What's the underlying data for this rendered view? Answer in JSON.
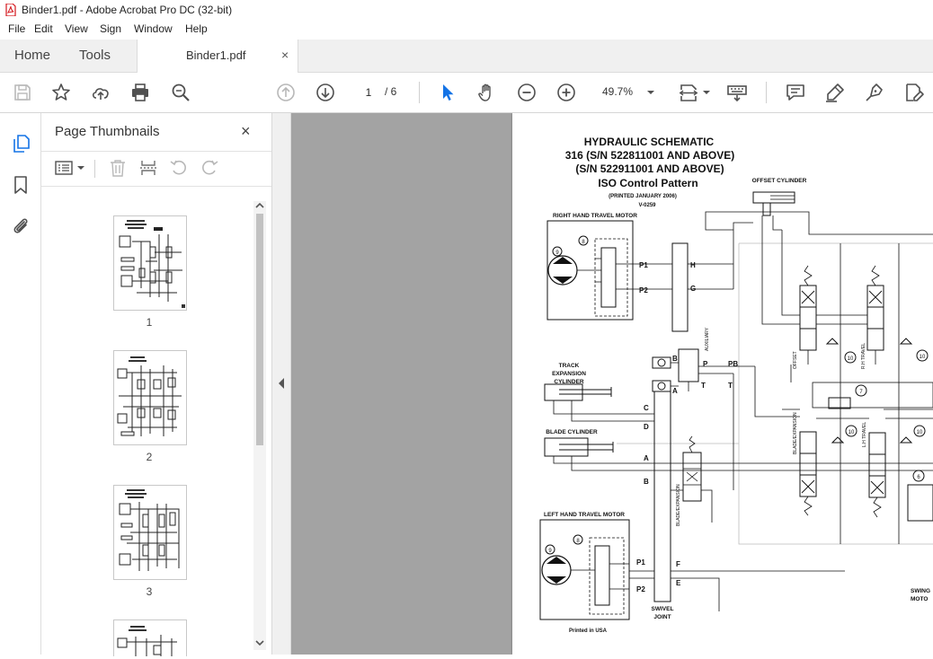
{
  "window": {
    "title": "Binder1.pdf - Adobe Acrobat Pro DC (32-bit)"
  },
  "menu": [
    "File",
    "Edit",
    "View",
    "Sign",
    "Window",
    "Help"
  ],
  "tabs": {
    "home": "Home",
    "tools": "Tools",
    "document": "Binder1.pdf",
    "close_symbol": "×"
  },
  "toolbar": {
    "current_page": "1",
    "page_total": "/ 6",
    "zoom": "49.7%"
  },
  "thumbnails": {
    "title": "Page Thumbnails",
    "close_symbol": "×",
    "pages": [
      "1",
      "2",
      "3"
    ]
  },
  "schematic": {
    "title1": "HYDRAULIC SCHEMATIC",
    "title2": "316 (S/N 522811001 AND ABOVE)",
    "title3": "(S/N 522911001 AND ABOVE)",
    "title4": "ISO Control Pattern",
    "printed": "(PRINTED JANUARY 2006)",
    "version": "V-0259",
    "offset_cylinder": "OFFSET CYLINDER",
    "right_motor": "RIGHT HAND TRAVEL MOTOR",
    "left_motor": "LEFT HAND TRAVEL MOTOR",
    "track_expansion": [
      "TRACK",
      "EXPANSION",
      "CYLINDER"
    ],
    "blade_cylinder": "BLADE CYLINDER",
    "swivel_joint": [
      "SWIVEL",
      "JOINT"
    ],
    "printed_in": "Printed in USA",
    "swing_motor": [
      "SWING",
      "MOTO"
    ],
    "ports": {
      "p1": "P1",
      "p2": "P2",
      "h": "H",
      "g": "G",
      "b": "B",
      "a": "A",
      "p": "P",
      "t": "T",
      "pb": "PB",
      "c": "C",
      "d": "D",
      "f": "F",
      "e": "E"
    },
    "valve_labels": {
      "auxiliary": "AUXILIARY",
      "offset": "OFFSET",
      "rh_travel": "R.H TRAVEL",
      "lh_travel": "L.H TRAVEL",
      "blade_expansion": "BLADE/EXPANSION"
    },
    "callouts": [
      "9",
      "8",
      "10",
      "7",
      "6"
    ]
  },
  "colors": {
    "accent": "#1473e6",
    "toolbar_icon": "#505050",
    "doc_bg": "#a3a3a3"
  }
}
